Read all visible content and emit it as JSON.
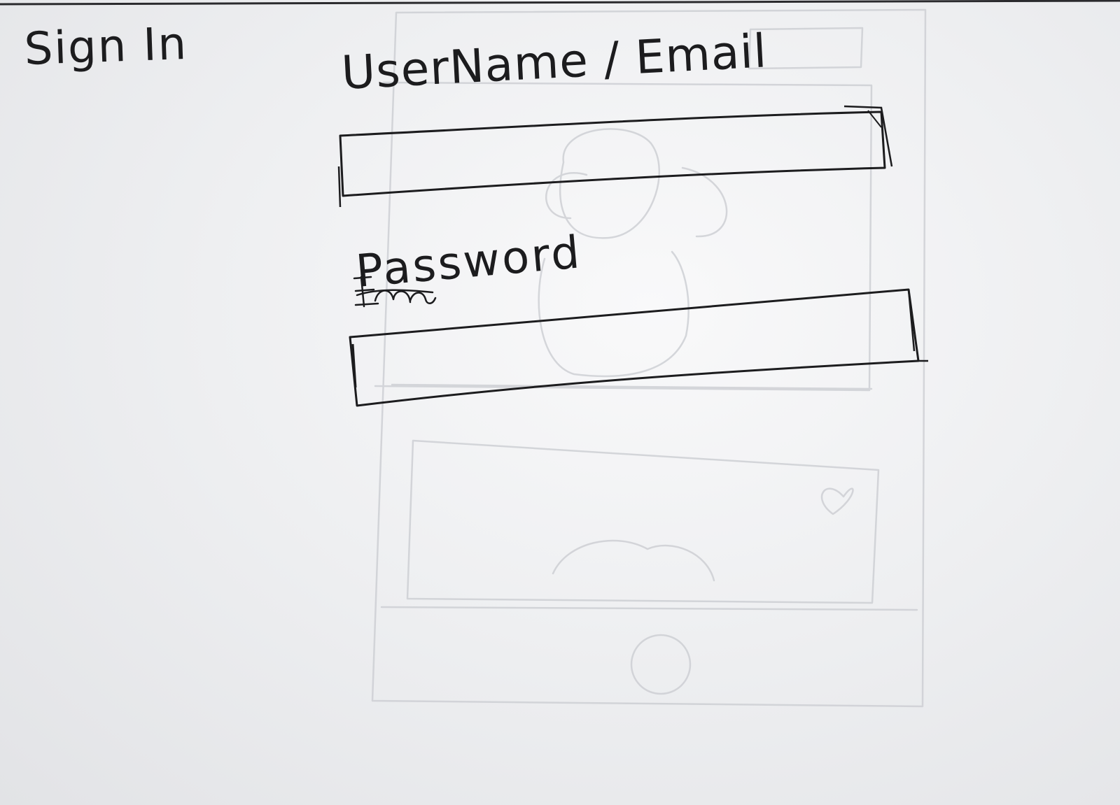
{
  "screen": {
    "title": "Sign In"
  },
  "form": {
    "username": {
      "label": "UserName / Email",
      "value": "",
      "placeholder": ""
    },
    "password": {
      "label": "Password",
      "value": "",
      "placeholder": ""
    }
  },
  "colors": {
    "ink": "#1c1c1e",
    "paper": "#eeeff1",
    "pencil_ghost": "#c9cbd0"
  },
  "icons": [
    "crossed-out-scribble"
  ]
}
